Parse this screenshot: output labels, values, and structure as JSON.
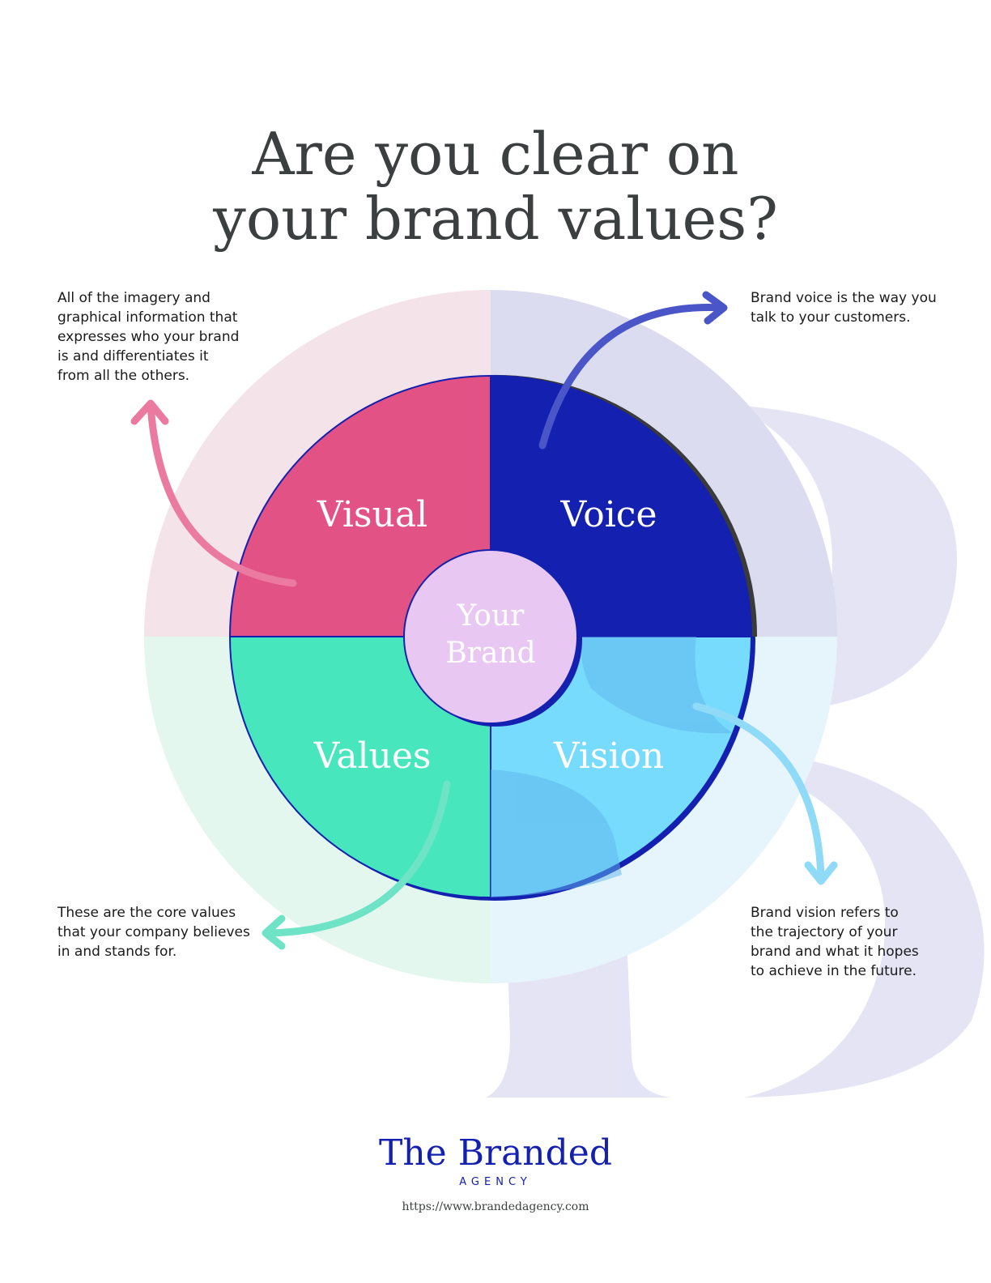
{
  "title": {
    "line1": "Are you clear on",
    "line2": "your brand values?"
  },
  "diagram": {
    "center": "Your Brand",
    "center_line1": "Your",
    "center_line2": "Brand",
    "quadrants": [
      {
        "id": "visual",
        "label": "Visual",
        "color": "#e25285",
        "bg_color": "#f5e3ea",
        "arrow_color": "#ea7aa0"
      },
      {
        "id": "voice",
        "label": "Voice",
        "color": "#1420b0",
        "bg_color": "#dcdcf0",
        "arrow_color": "#4a56c8"
      },
      {
        "id": "values",
        "label": "Values",
        "color": "#47e6bd",
        "bg_color": "#e3f7ef",
        "arrow_color": "#6fe3c6"
      },
      {
        "id": "vision",
        "label": "Vision",
        "color": "#76dbfc",
        "bg_color": "#e6f5fb",
        "arrow_color": "#8fdaf7"
      }
    ],
    "center_color": "#e8c8f2",
    "outline_color": "#1420b0"
  },
  "descriptions": {
    "visual": "All of the imagery and graphical information that expresses who your brand is and differentiates it from all the others.",
    "voice": "Brand voice is the way you talk to your customers.",
    "values": "These are the core values that your company believes in and stands for.",
    "vision": "Brand vision refers to the trajectory of your brand and what it hopes to achieve in the future."
  },
  "footer": {
    "logo": "The Branded",
    "sub": "AGENCY",
    "url": "https://www.brandedagency.com"
  }
}
